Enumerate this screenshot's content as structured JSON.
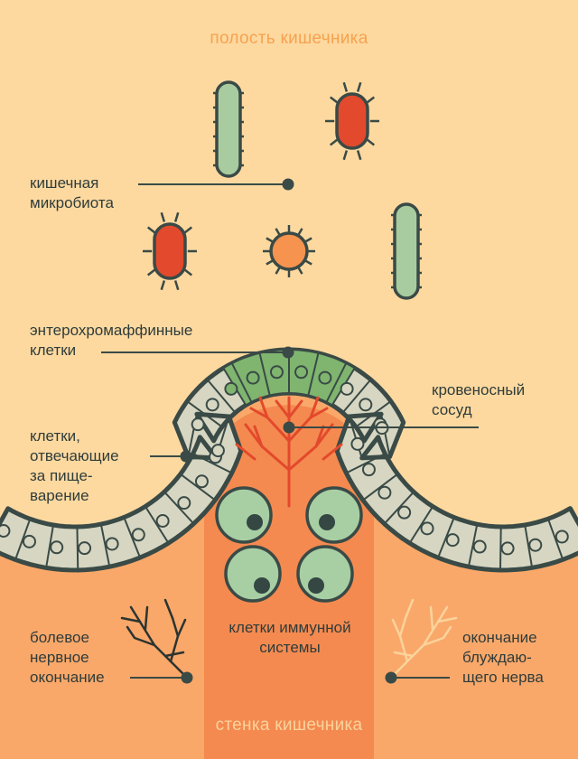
{
  "title_top": "полость кишечника",
  "title_bottom": "стенка кишечника",
  "labels": {
    "microbiota": "кишечная\nмикробиота",
    "enterochromaffin": "энтерохромаффинные\nклетки",
    "digestive": "клетки,\nотвечающие\nза пище-\nварение",
    "vessel": "кровеносный\nсосуд",
    "pain": "болевое\nнервное\nокончание",
    "immune": "клетки иммунной\nсистемы",
    "vagus": "окончание\nблуждаю-\nщего нерва"
  },
  "colors": {
    "lumen": "#fdd9a0",
    "wall": "#f9a86a",
    "core": "#f48a50",
    "outline": "#3a4a46",
    "cell": "#d6d6c2",
    "enterochromaffin_cell": "#7fb56f",
    "rod_bacterium": "#a8cc9f",
    "red_bacterium": "#e3492c",
    "immune_cell": "#a8cfa4",
    "vessel": "#e3492c",
    "pain_nerve": "#2c3431",
    "vagus_nerve": "#fbd39b",
    "title_top": "#f7a24f",
    "title_bottom": "#fcd29c"
  }
}
